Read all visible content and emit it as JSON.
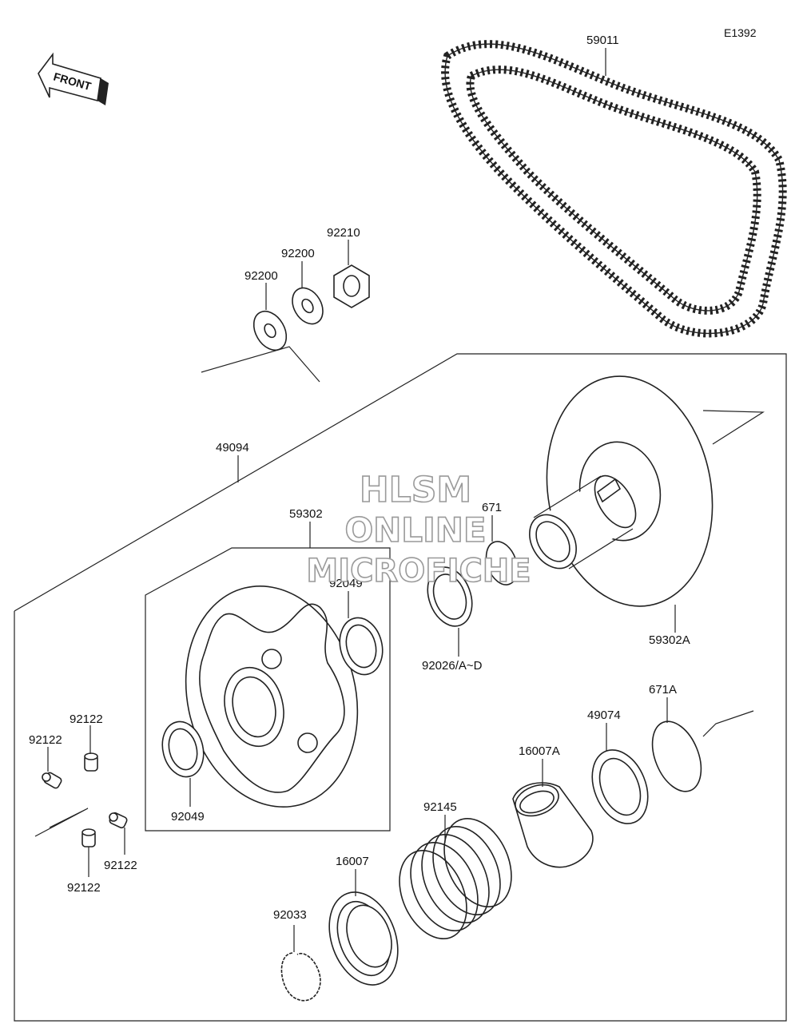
{
  "diagram_id": "E1392",
  "front_label": "FRONT",
  "watermark": {
    "line1": "HLSM",
    "line2": "ONLINE",
    "line3": "MICROFICHE"
  },
  "parts": {
    "belt": "59011",
    "washer_a": "92200",
    "washer_b": "92200",
    "nut": "92210",
    "assembly": "49094",
    "sheave_sub": "59302",
    "oil_seal_upper": "92049",
    "oil_seal_lower": "92049",
    "ring_671": "671",
    "shim": "92026/A~D",
    "fixed_sheave": "59302A",
    "ring_671a": "671A",
    "cam_49074": "49074",
    "bushing_16007a": "16007A",
    "spring": "92145",
    "bushing_16007": "16007",
    "snap_ring": "92033",
    "grease_1": "92122",
    "grease_2": "92122",
    "grease_3": "92122",
    "grease_4": "92122"
  }
}
